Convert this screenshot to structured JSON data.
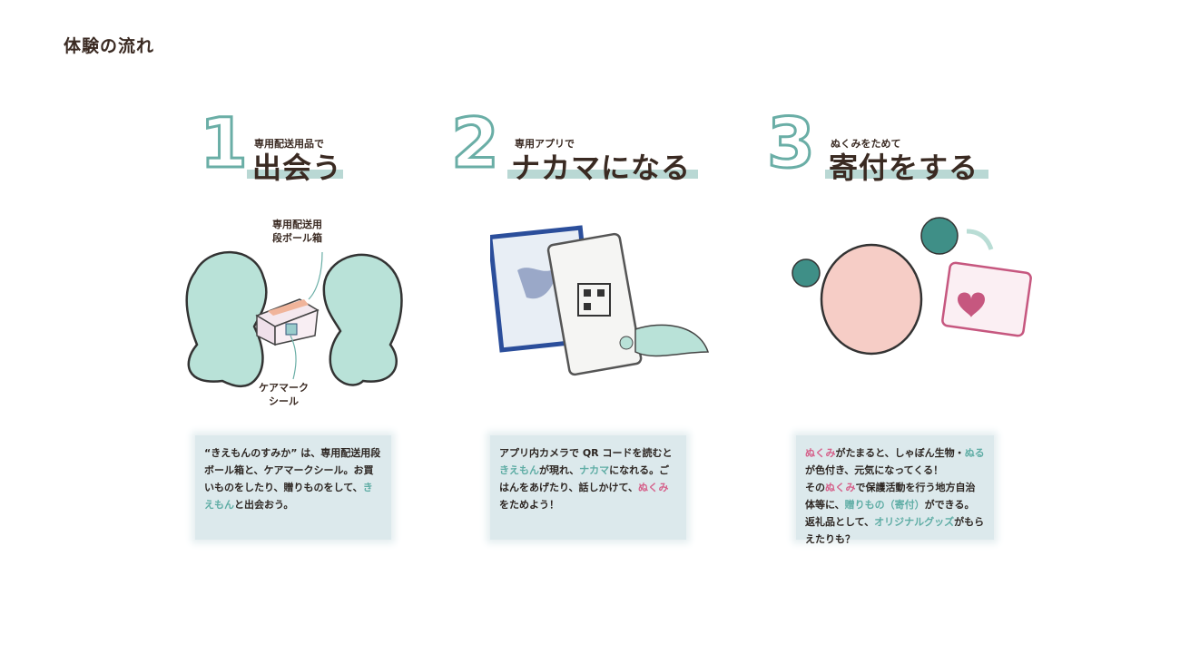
{
  "page_title": "体験の流れ",
  "colors": {
    "teal": "#5fada5",
    "pink": "#d5608a",
    "text": "#2d2622"
  },
  "steps": [
    {
      "number": "1",
      "subtitle": "専用配送用品で",
      "title": "出会う",
      "labels": {
        "box": "専用配送用\n段ボール箱",
        "sticker": "ケアマーク\nシール"
      },
      "description": [
        {
          "text": "“きえもんのすみか” は、専用配送用段ボール箱と、ケアマークシール。お買いものをしたり、贈りものをして、"
        },
        {
          "text": "きえもん",
          "color": "teal"
        },
        {
          "text": "と出会おう。"
        }
      ]
    },
    {
      "number": "2",
      "subtitle": "専用アプリで",
      "title": "ナカマになる",
      "description": [
        {
          "text": "アプリ内カメラで QR コードを読むと"
        },
        {
          "text": "きえもん",
          "color": "teal"
        },
        {
          "text": "が現れ、"
        },
        {
          "text": "ナカマ",
          "color": "teal"
        },
        {
          "text": "になれる。ごはんをあげたり、話しかけて、"
        },
        {
          "text": "ぬくみ",
          "color": "pink"
        },
        {
          "text": "をためよう！"
        }
      ]
    },
    {
      "number": "3",
      "subtitle": "ぬくみをためて",
      "title": "寄付をする",
      "description": [
        {
          "text": "ぬくみ",
          "color": "pink"
        },
        {
          "text": "がたまると、しゃぼん生物・"
        },
        {
          "text": "ぬる",
          "color": "teal"
        },
        {
          "text": "が色付き、元気になってくる！\nその"
        },
        {
          "text": "ぬくみ",
          "color": "pink"
        },
        {
          "text": "で保護活動を行う地方自治体等に、"
        },
        {
          "text": "贈りもの（寄付）",
          "color": "teal"
        },
        {
          "text": "ができる。\n返礼品として、"
        },
        {
          "text": "オリジナルグッズ",
          "color": "teal"
        },
        {
          "text": "がもらえたりも？"
        }
      ]
    }
  ]
}
